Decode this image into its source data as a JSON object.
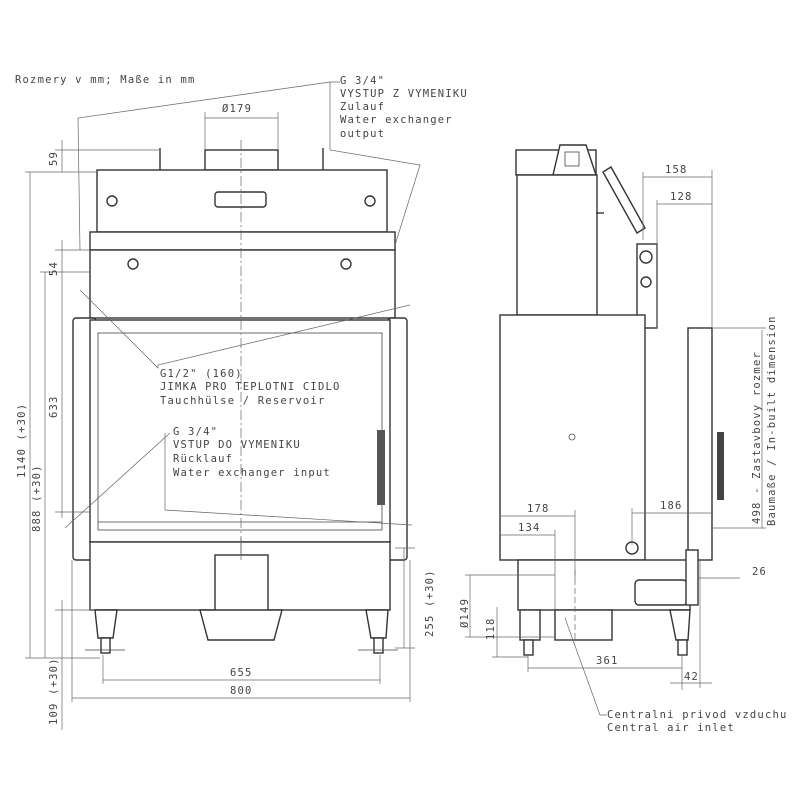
{
  "note": "Rozmery v mm; Maße in mm",
  "callouts": {
    "outlet": [
      "G 3/4\"",
      "VYSTUP Z VYMENIKU",
      "Zulauf",
      "Water exchanger",
      "output"
    ],
    "sensor": [
      "G1/2\" (160)",
      "JIMKA PRO TEPLOTNI CIDLO",
      "Tauchhülse / Reservoir"
    ],
    "inlet": [
      "G 3/4\"",
      "VSTUP DO VYMENIKU",
      "Rücklauf",
      "Water exchanger input"
    ],
    "air": [
      "Centralni privod vzduchu",
      "Central air inlet"
    ],
    "built_in": [
      "498 - Zastavbovy rozmer",
      "Baumaße / In-built dimension"
    ]
  },
  "front_dims": {
    "flue_diameter": "Ø179",
    "d59": "59",
    "d54": "54",
    "d633": "633",
    "d1140": "1140 (+30)",
    "d888": "888 (+30)",
    "d109": "109 (+30)",
    "d255": "255 (+30)",
    "d655": "655",
    "d800": "800"
  },
  "side_dims": {
    "d158": "158",
    "d128": "128",
    "d178": "178",
    "d134": "134",
    "d186": "186",
    "d26": "26",
    "d149": "Ø149",
    "d118": "118",
    "d361": "361",
    "d42": "42"
  }
}
